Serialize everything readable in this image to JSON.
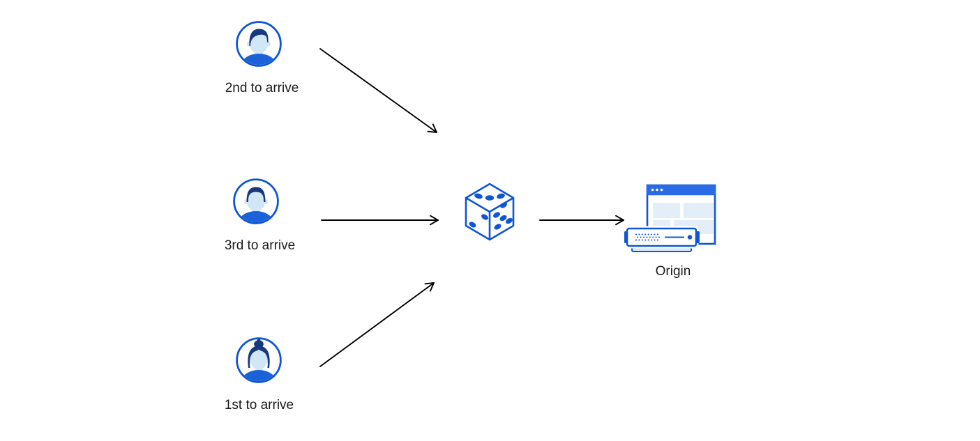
{
  "diagram": {
    "users": [
      {
        "label": "2nd to arrive",
        "icon": "male-user-avatar-icon"
      },
      {
        "label": "3rd to arrive",
        "icon": "male-user-avatar-icon"
      },
      {
        "label": "1st to arrive",
        "icon": "female-user-avatar-icon"
      }
    ],
    "router": {
      "icon": "dice-icon"
    },
    "origin": {
      "label": "Origin",
      "icon": "origin-server-icon"
    }
  },
  "colors": {
    "background": "#ffffff",
    "stroke_blue": "#0f55d4",
    "titlebar_blue": "#2a6ae4",
    "hair_navy": "#16397f",
    "shirt_blue": "#1b62d9",
    "face_blue": "#d2e7f6",
    "panel_blue": "#e4eef8",
    "server_light_blue": "#d6e8f8",
    "arrow_black": "#000000",
    "text_color": "#1a1b1e"
  }
}
